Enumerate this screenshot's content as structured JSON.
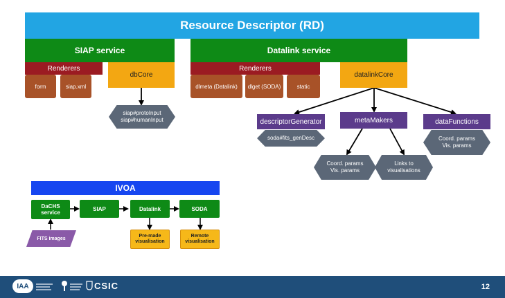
{
  "rd": {
    "title": "Resource Descriptor (RD)"
  },
  "siap": {
    "title": "SIAP service",
    "renderers_label": "Renderers",
    "renderers": [
      "form",
      "siap.xml"
    ],
    "core": "dbCore",
    "core_params": [
      "siap#protoInput",
      "siap#humanInput"
    ]
  },
  "datalink": {
    "title": "Datalink service",
    "renderers_label": "Renderers",
    "renderers": [
      "dlmeta (Datalink)",
      "dlget (SODA)",
      "static"
    ],
    "core": "datalinkCore",
    "components": [
      {
        "label": "descriptorGenerator",
        "params": [
          "soda#fits_genDesc"
        ]
      },
      {
        "label": "metaMakers",
        "params_a": [
          "Coord. params",
          "Vis. params"
        ],
        "params_b": [
          "Links to",
          "visualisations"
        ]
      },
      {
        "label": "dataFunctions",
        "params": [
          "Coord. params",
          "Vis. params"
        ]
      }
    ]
  },
  "ivoa": {
    "title": "IVOA",
    "steps": [
      "DaCHS service",
      "SIAP",
      "Datalink",
      "SODA"
    ],
    "input": "FITS images",
    "outputs": [
      "Pre-made visualisation",
      "Remote visualisation"
    ]
  },
  "footer": {
    "page_number": "12",
    "logos": [
      "IAA",
      "CSIC"
    ]
  },
  "colors": {
    "rd": "#22a5e3",
    "service": "#0e8a16",
    "renderer": "#9b1b22",
    "core": "#f3a712",
    "component": "#5b3b8b",
    "param": "#5b6777",
    "ivoa": "#1646f0",
    "footer": "#1f4e7a"
  }
}
